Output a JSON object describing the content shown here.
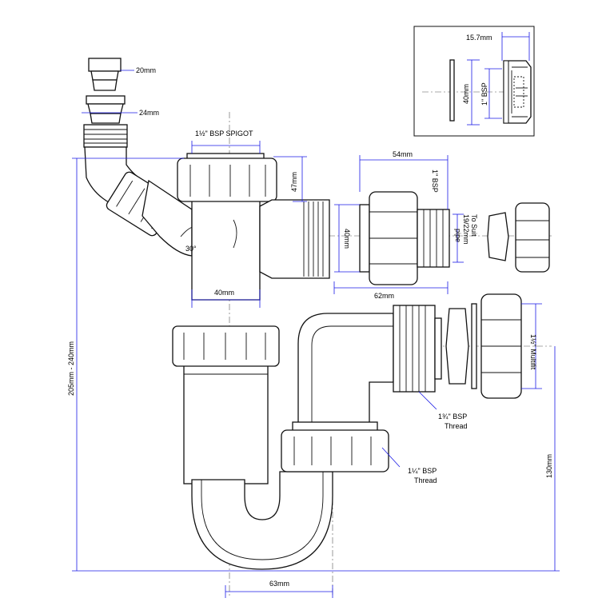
{
  "labels": {
    "d20": "20mm",
    "d24": "24mm",
    "spigot": "1½\" BSP SPIGOT",
    "d47": "47mm",
    "angle": "30°",
    "d40a": "40mm",
    "d54": "54mm",
    "bsp1": "1\" BSP",
    "d40b": "40mm",
    "suit1": "To Suit",
    "suit2": "19/22mm",
    "suit3": "pipe",
    "d62": "62mm",
    "multifit": "1½\" Multifit",
    "thread134a": "1¾\" BSP",
    "thread134b": "Thread",
    "thread114a": "1¼\" BSP",
    "thread114b": "Thread",
    "height": "205mm - 240mm",
    "d130": "130mm",
    "d63": "63mm"
  },
  "inset": {
    "d157": "15.7mm",
    "d40": "40mm",
    "bsp1": "1\" BSP"
  },
  "colors": {
    "dimension": "#1a1ae6",
    "outline": "#111111",
    "centerline": "#555555"
  }
}
